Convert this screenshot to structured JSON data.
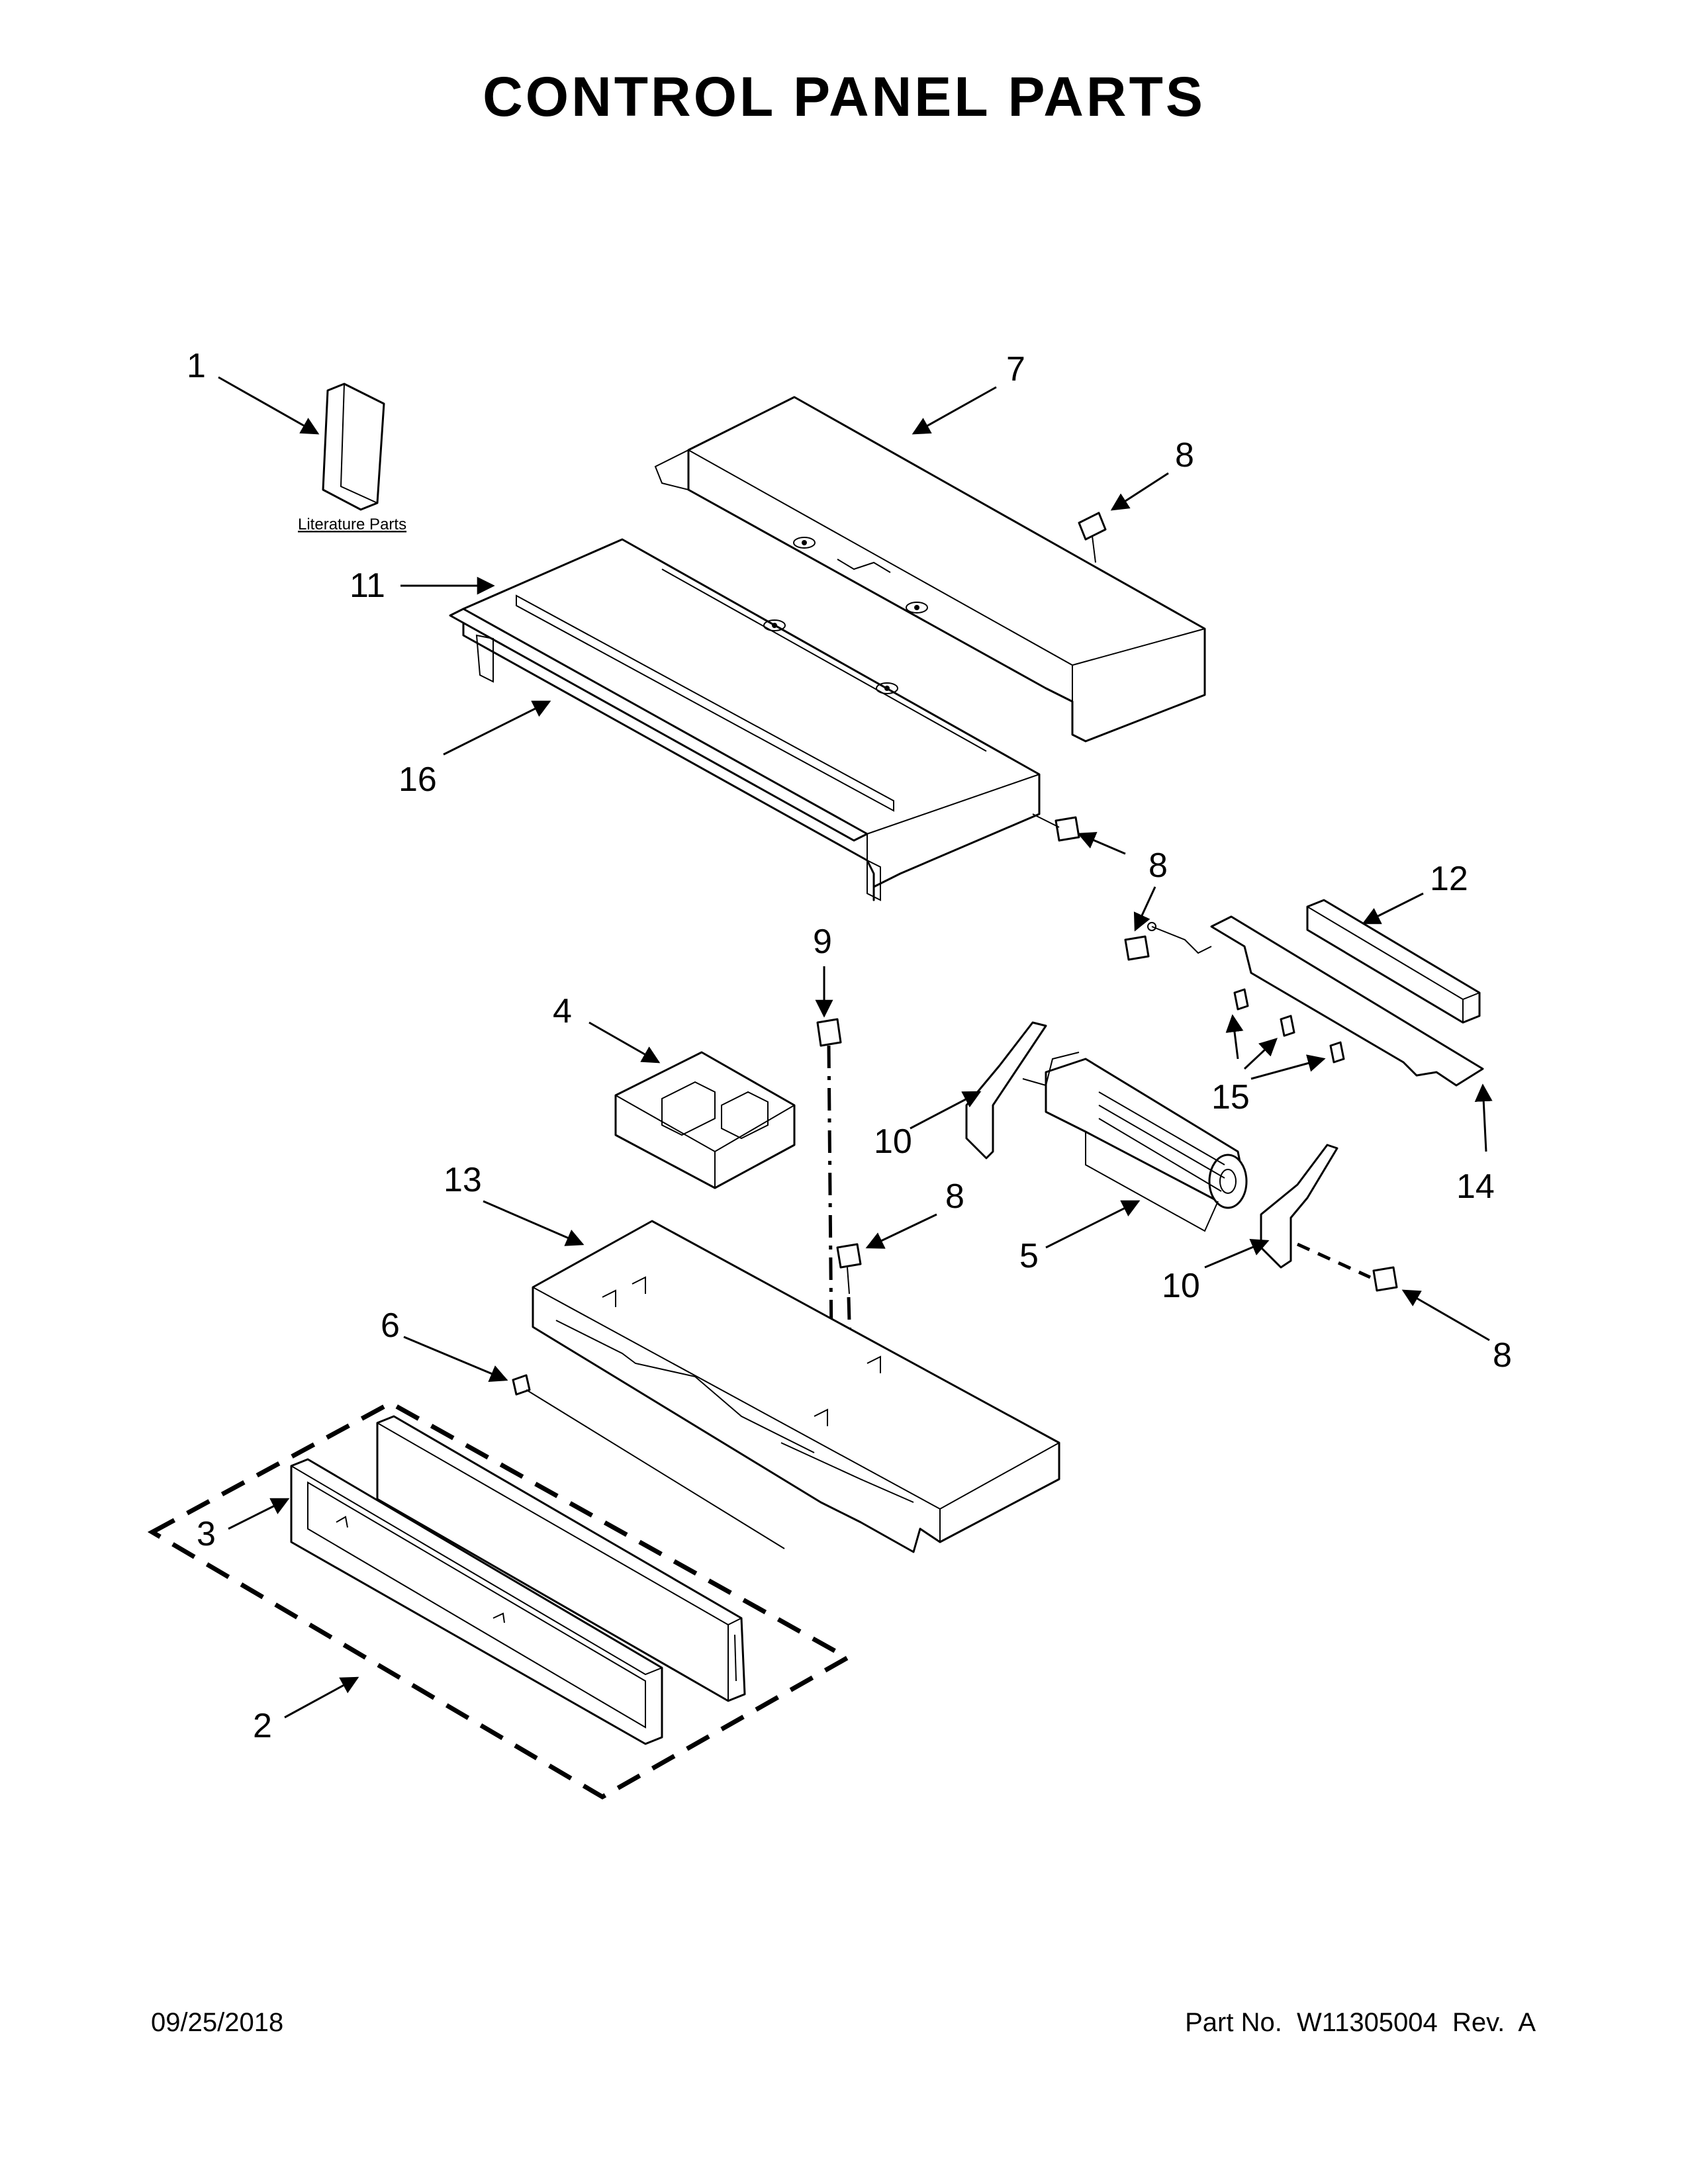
{
  "title": "CONTROL PANEL PARTS",
  "literature_label": "Literature Parts",
  "callouts": {
    "c1": "1",
    "c7": "7",
    "c8a": "8",
    "c11": "11",
    "c16": "16",
    "c8b": "8",
    "c12": "12",
    "c9": "9",
    "c4": "4",
    "c10a": "10",
    "c15": "15",
    "c14": "14",
    "c13": "13",
    "c8c": "8",
    "c5": "5",
    "c10b": "10",
    "c8d": "8",
    "c6": "6",
    "c3": "3",
    "c2": "2"
  },
  "footer": {
    "date": "09/25/2018",
    "part_no": "Part No.  W11305004  Rev.  A"
  }
}
